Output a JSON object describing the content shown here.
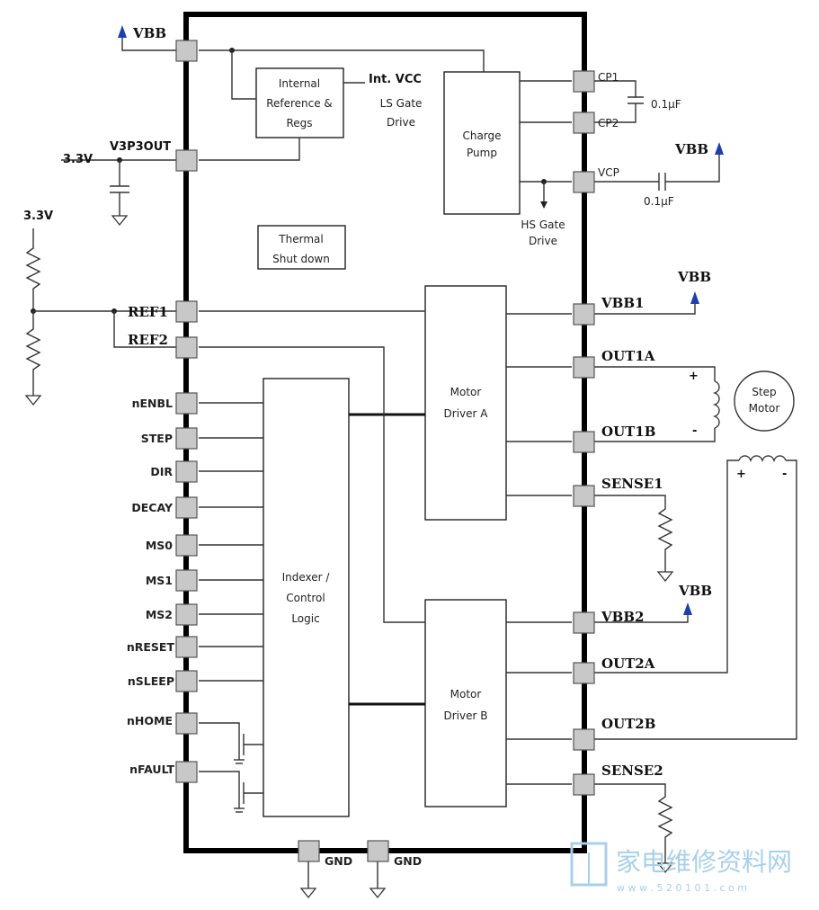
{
  "power": {
    "vbb_top": "VBB",
    "v3p3out": "V3P3OUT",
    "v33_a": "3.3V",
    "v33_b": "3.3V",
    "vbb_cp": "VBB",
    "vbb_1": "VBB",
    "vbb_2": "VBB"
  },
  "blocks": {
    "internal_ref": [
      "Internal",
      "Reference &",
      "Regs"
    ],
    "int_vcc": "Int. VCC",
    "ls_gate": [
      "LS Gate",
      "Drive"
    ],
    "charge_pump": [
      "Charge",
      "Pump"
    ],
    "hs_gate": [
      "HS Gate",
      "Drive"
    ],
    "thermal": [
      "Thermal",
      "Shut down"
    ],
    "indexer": [
      "Indexer /",
      "Control",
      "Logic"
    ],
    "motor_a": [
      "Motor",
      "Driver A"
    ],
    "motor_b": [
      "Motor",
      "Driver B"
    ],
    "step_motor": [
      "Step",
      "Motor"
    ]
  },
  "pins_left": {
    "ref1": "REF1",
    "ref2": "REF2",
    "nenbl": "nENBL",
    "step": "STEP",
    "dir": "DIR",
    "decay": "DECAY",
    "ms0": "MS0",
    "ms1": "MS1",
    "ms2": "MS2",
    "nreset": "nRESET",
    "nsleep": "nSLEEP",
    "nhome": "nHOME",
    "nfault": "nFAULT"
  },
  "pins_right": {
    "cp1": "CP1",
    "cp2": "CP2",
    "vcp": "VCP",
    "vbb1": "VBB1",
    "out1a": "OUT1A",
    "out1b": "OUT1B",
    "sense1": "SENSE1",
    "vbb2": "VBB2",
    "out2a": "OUT2A",
    "out2b": "OUT2B",
    "sense2": "SENSE2"
  },
  "pins_bottom": {
    "gnd1": "GND",
    "gnd2": "GND"
  },
  "caps": {
    "cp_cap": "0.1µF",
    "vcp_cap": "0.1µF"
  },
  "coil_marks": {
    "plus_1": "+",
    "minus_1": "-",
    "plus_2": "+",
    "minus_2": "-"
  },
  "watermark": {
    "name": "家电维修资料网",
    "url": "w w w . 5 2 0 1 0 1 . c o m"
  },
  "colors": {
    "arrow": "#1c3fae",
    "pin_fill": "#c8c8c8",
    "watermark": "#a8d0ea"
  }
}
